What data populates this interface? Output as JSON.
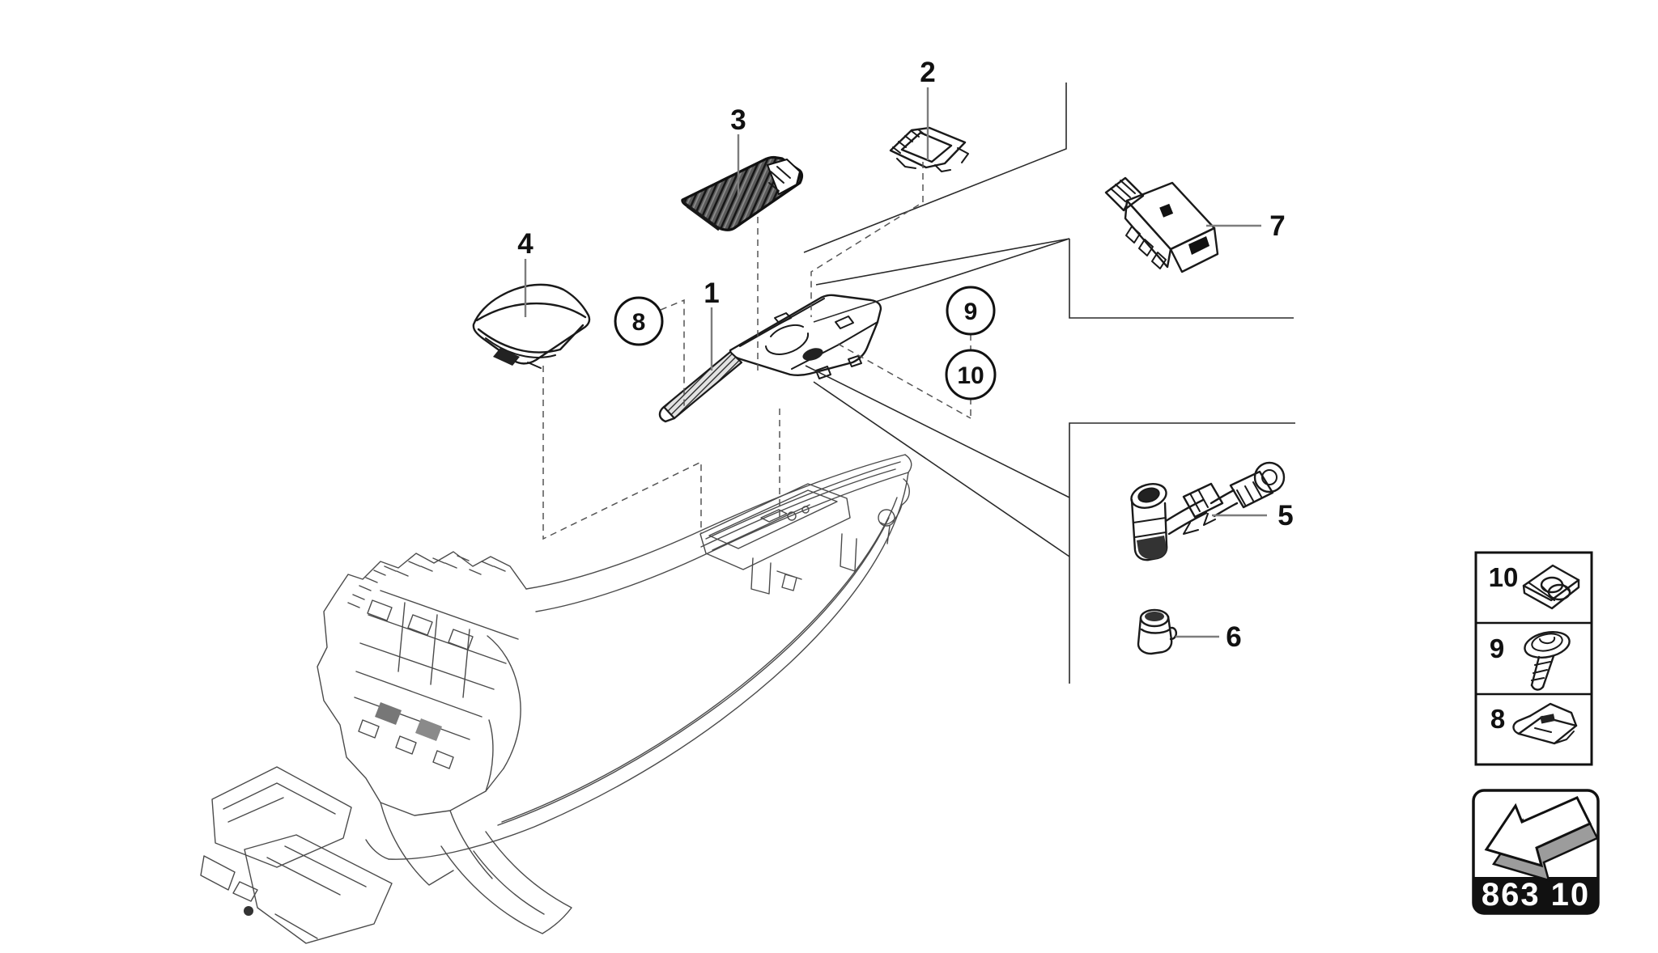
{
  "diagram": {
    "part_labels": {
      "p1": "1",
      "p2": "2",
      "p3": "3",
      "p4": "4",
      "p5": "5",
      "p6": "6",
      "p7": "7"
    },
    "callouts": {
      "c8": "8",
      "c9": "9",
      "c10": "10"
    }
  },
  "legend": {
    "rows": [
      {
        "number": "10",
        "icon": "speed-nut-icon"
      },
      {
        "number": "9",
        "icon": "screw-icon"
      },
      {
        "number": "8",
        "icon": "clip-icon"
      }
    ]
  },
  "footer_badge": {
    "code": "863 10",
    "icon": "back-arrow-icon"
  }
}
